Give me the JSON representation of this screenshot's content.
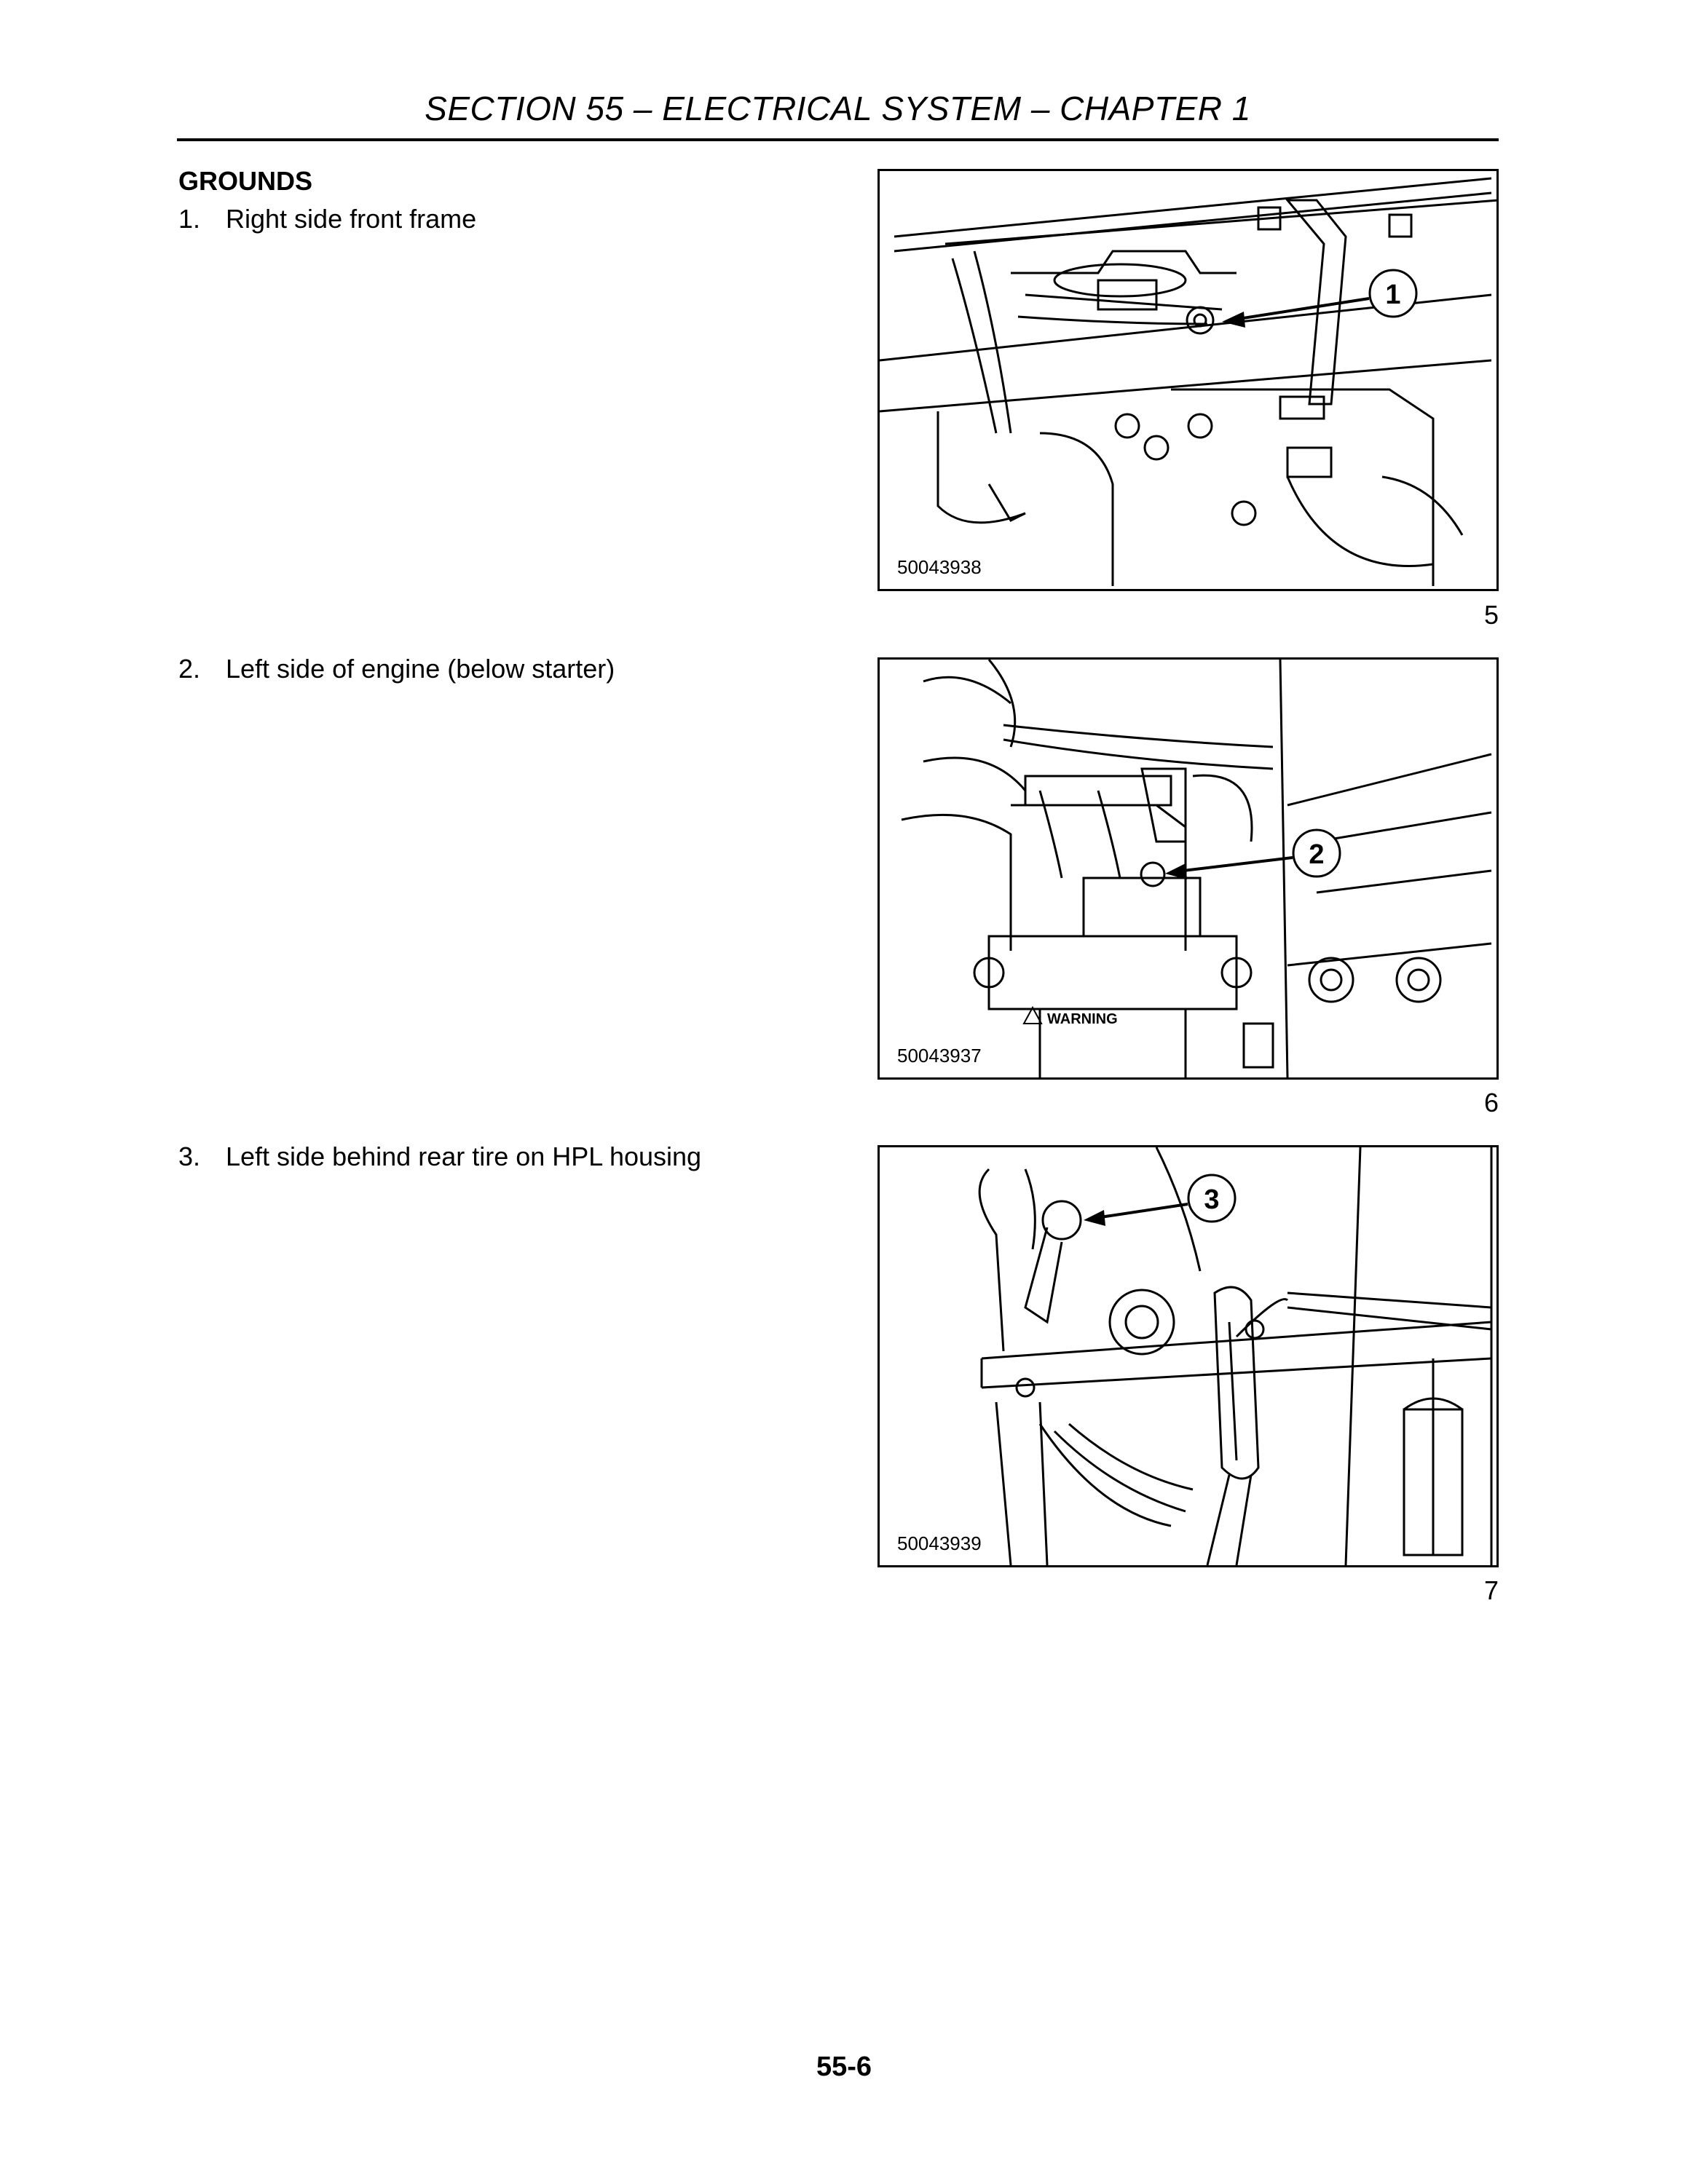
{
  "header": {
    "section_title": "SECTION 55 – ELECTRICAL SYSTEM – CHAPTER 1"
  },
  "content": {
    "heading": "GROUNDS",
    "steps": [
      {
        "num": "1.",
        "text": "Right side front frame"
      },
      {
        "num": "2.",
        "text": "Left side of engine (below starter)"
      },
      {
        "num": "3.",
        "text": "Left side behind rear tire on HPL housing"
      }
    ]
  },
  "figures": [
    {
      "image_id": "50043938",
      "callout": "1",
      "figure_number": "5"
    },
    {
      "image_id": "50043937",
      "callout": "2",
      "figure_number": "6",
      "warning_label": "WARNING"
    },
    {
      "image_id": "50043939",
      "callout": "3",
      "figure_number": "7"
    }
  ],
  "footer": {
    "page_number": "55-6"
  }
}
